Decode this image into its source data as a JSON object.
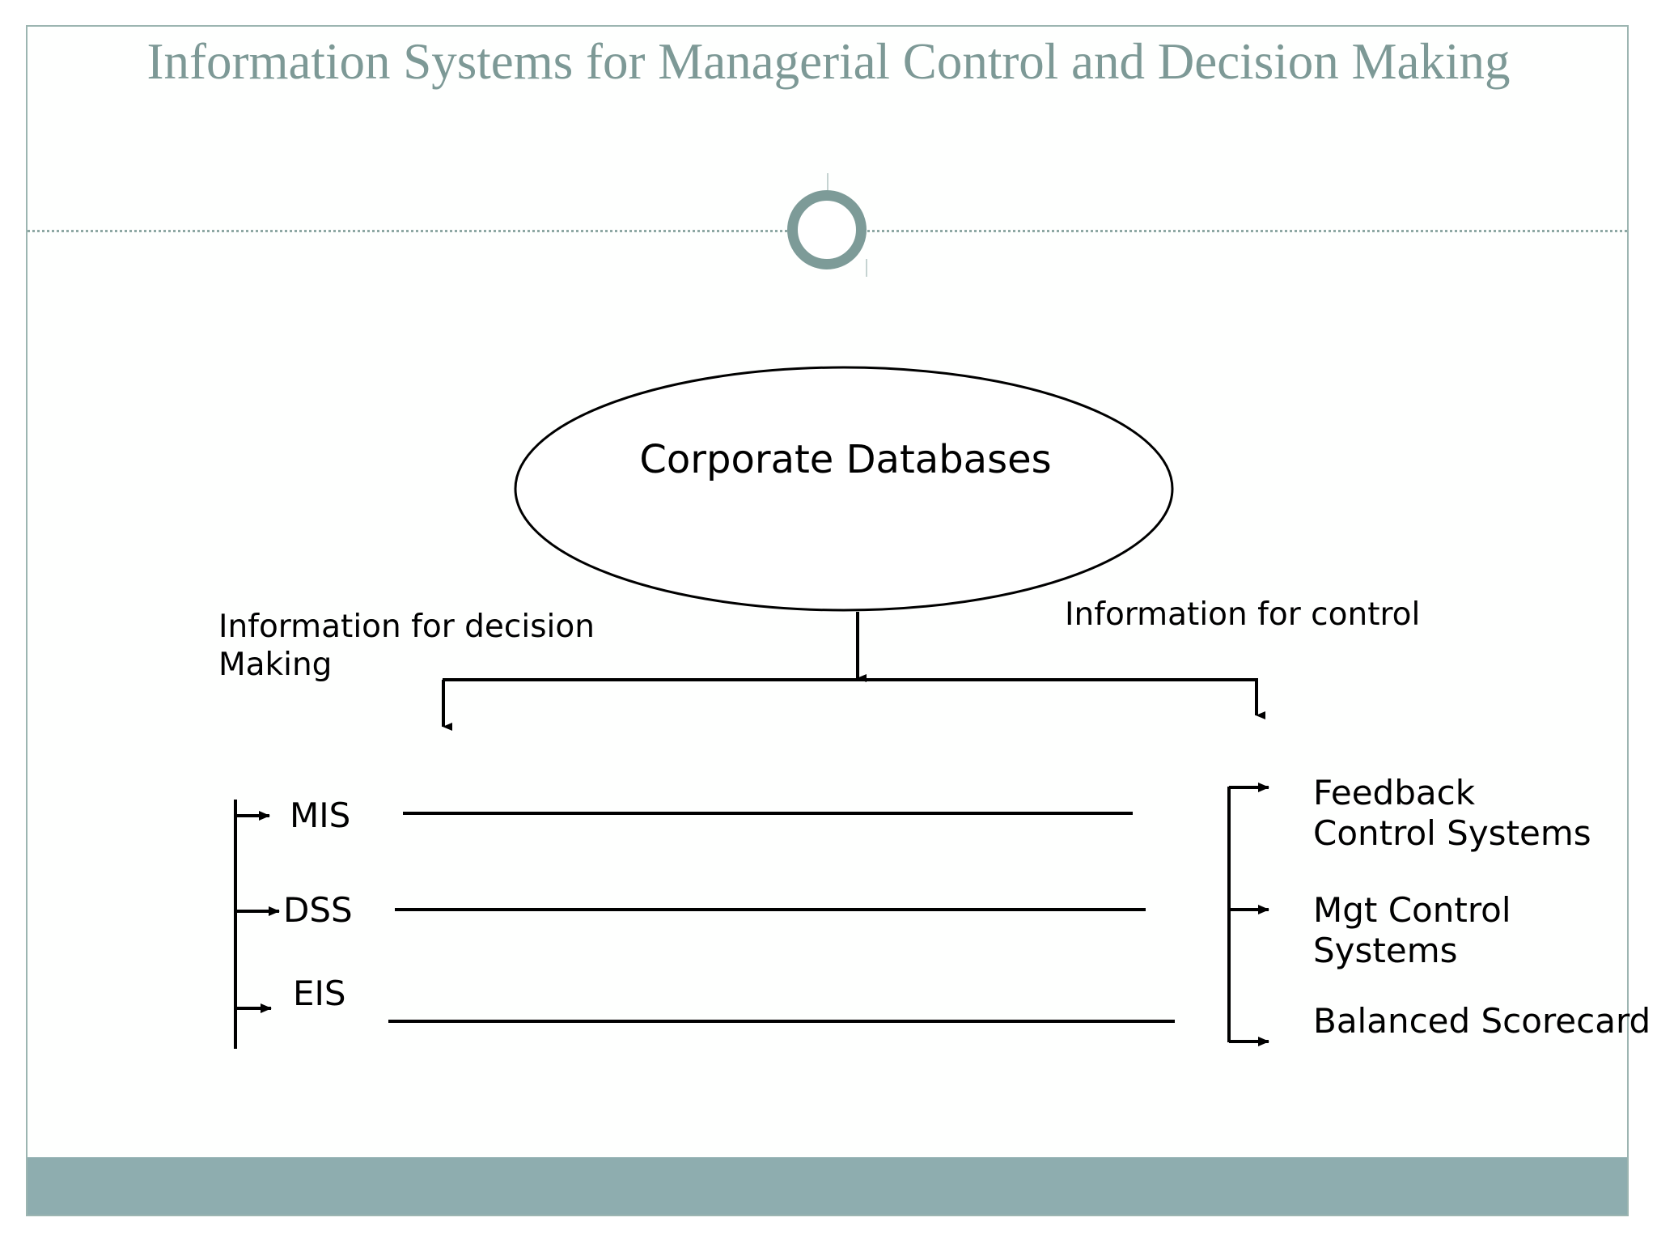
{
  "slide": {
    "title": "Information Systems for Managerial Control and Decision Making",
    "accent_color": "#8eadaf",
    "title_color": "#7d9996",
    "border_color": "#9cb5b1",
    "background_color": "#ffffff"
  },
  "diagram": {
    "type": "flowchart",
    "root": {
      "label": "Corporate\nDatabases",
      "shape": "ellipse"
    },
    "branches": [
      {
        "id": "decision",
        "caption": "Information for decision\nMaking",
        "side": "left",
        "items": [
          {
            "label": "MIS"
          },
          {
            "label": "DSS"
          },
          {
            "label": "EIS"
          }
        ]
      },
      {
        "id": "control",
        "caption": "Information for control",
        "side": "right",
        "items": [
          {
            "label": "Feedback\nControl Systems"
          },
          {
            "label": "Mgt Control Systems"
          },
          {
            "label": "Balanced Scorecard"
          }
        ]
      }
    ]
  },
  "decorations": {
    "ring": "circle-outline-decoration",
    "divider": "dotted-horizontal-rule",
    "footer": "accent-bar"
  }
}
